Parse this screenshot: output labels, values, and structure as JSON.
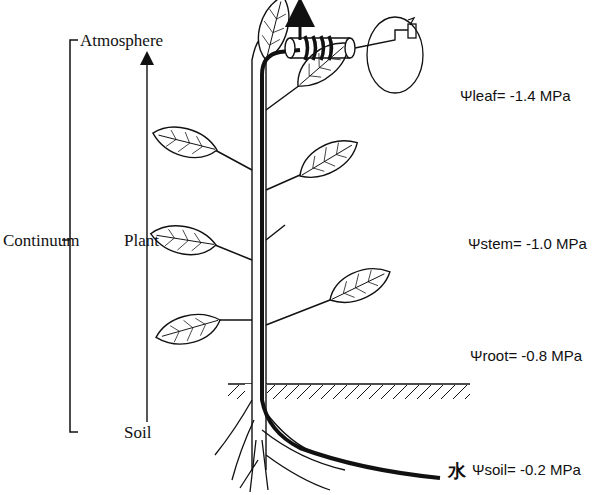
{
  "diagram": {
    "labels": [
      "Atmosphere",
      "Plant",
      "Soil",
      "Continuum",
      "Ψleaf= -1.4 MPa",
      "Ψstem= -1.0 MPa",
      "Ψroot= -0.8 MPa",
      "水",
      "Ψsoil= -0.2 MPa"
    ]
  }
}
